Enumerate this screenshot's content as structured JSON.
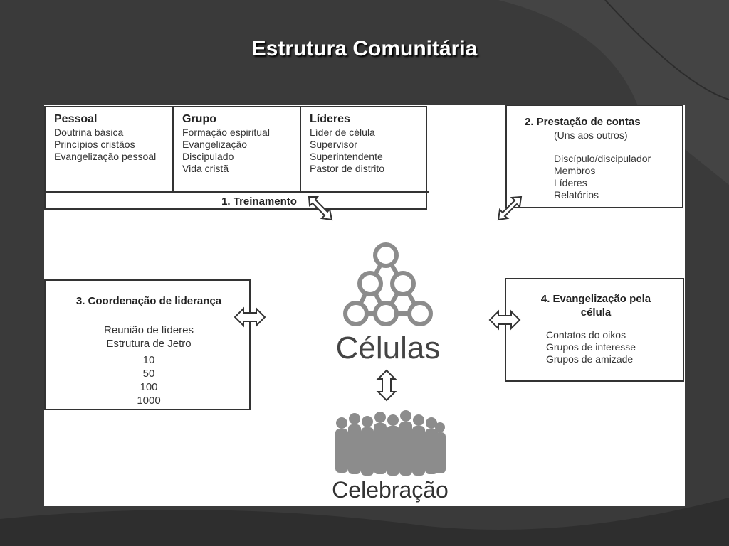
{
  "slide_title": "Estrutura Comunitária",
  "treinamento": {
    "columns": [
      {
        "heading": "Pessoal",
        "items": [
          "Doutrina básica",
          "Princípios cristãos",
          "Evangelização pessoal"
        ]
      },
      {
        "heading": "Grupo",
        "items": [
          "Formação espiritual",
          "Evangelização",
          "Discipulado",
          "Vida cristã"
        ]
      },
      {
        "heading": "Líderes",
        "items": [
          "Líder de célula",
          "Supervisor",
          "Superintendente",
          "Pastor de distrito"
        ]
      }
    ],
    "footer": "1. Treinamento"
  },
  "prestacao": {
    "title": "2. Prestação de contas",
    "subtitle": "(Uns aos outros)",
    "items": [
      "Discípulo/discipulador",
      "Membros",
      "Líderes",
      "Relatórios"
    ]
  },
  "coordenacao": {
    "title": "3. Coordenação de liderança",
    "items": [
      "Reunião de líderes",
      "Estrutura de Jetro"
    ],
    "numbers": [
      "10",
      "50",
      "100",
      "1000"
    ]
  },
  "evangelizacao": {
    "title_line1": "4. Evangelização pela",
    "title_line2": "célula",
    "items": [
      "Contatos do oikos",
      "Grupos de interesse",
      "Grupos de amizade"
    ]
  },
  "celulas_label": "Células",
  "celebracao_label": "Celebração",
  "colors": {
    "background": "#3a3a3a",
    "panel": "#ffffff",
    "icon_gray": "#8c8c8c",
    "text": "#333333"
  }
}
